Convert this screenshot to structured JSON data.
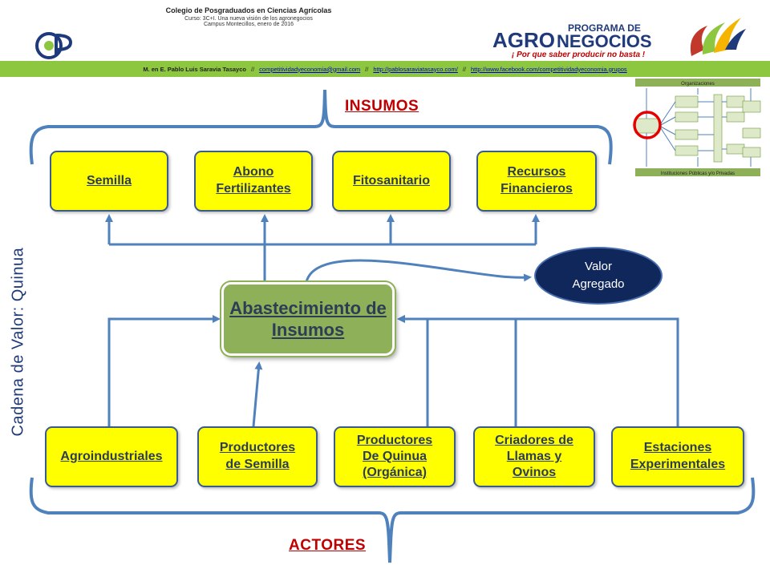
{
  "header": {
    "institution": "Colegio de Posgraduados en Ciencias Agrícolas",
    "course": "Curso: 3C+I. Una nueva visión de los agronegocios",
    "campus": "Campus Montecillos, enero de 2016",
    "logo_left_text": "CP",
    "logo_program_top": "PROGRAMA DE",
    "logo_program_agro": "AGRO",
    "logo_program_negocios": "NEGOCIOS",
    "logo_slogan": "¡ Por que saber producir no basta !"
  },
  "contact_bar": {
    "author": "M. en E. Pablo Luis Saravia Tasayco",
    "sep1": "//",
    "email": "competitividadyeconomia@gmail.com",
    "sep2": "//",
    "website": "http://pablosaraviatasayco.com/",
    "sep3": "//",
    "facebook": "http://www.facebook.com/competitividadyeconomia.grupos"
  },
  "diagram": {
    "side_label": "Cadena de Valor: Quinua",
    "top_label": "INSUMOS",
    "bottom_label": "ACTORES",
    "central": "Abastecimiento de Insumos",
    "value_added": {
      "line1": "Valor",
      "line2": "Agregado"
    },
    "inputs": [
      {
        "lines": [
          "Semilla"
        ]
      },
      {
        "lines": [
          "Abono",
          "Fertilizantes"
        ]
      },
      {
        "lines": [
          "Fitosanitario"
        ]
      },
      {
        "lines": [
          "Recursos",
          "Financieros"
        ]
      }
    ],
    "actors": [
      {
        "lines": [
          "Agroindustriales"
        ]
      },
      {
        "lines": [
          "Productores",
          "de Semilla"
        ]
      },
      {
        "lines": [
          "Productores",
          "De Quinua",
          "(Orgánica)"
        ]
      },
      {
        "lines": [
          "Criadores de",
          "Llamas y",
          "Ovinos"
        ]
      },
      {
        "lines": [
          "Estaciones",
          "Experimentales"
        ]
      }
    ]
  },
  "thumbnail": {
    "top_label": "Organizaciones",
    "bottom_label": "Instituciones Públicas y/o Privadas"
  },
  "colors": {
    "box_fill": "#ffff00",
    "box_border": "#3a5b8c",
    "central_fill": "#8db058",
    "ellipse_fill": "#10275c",
    "arrow": "#4f81bd",
    "label_red": "#c00000",
    "green_bar": "#8dc63f"
  }
}
